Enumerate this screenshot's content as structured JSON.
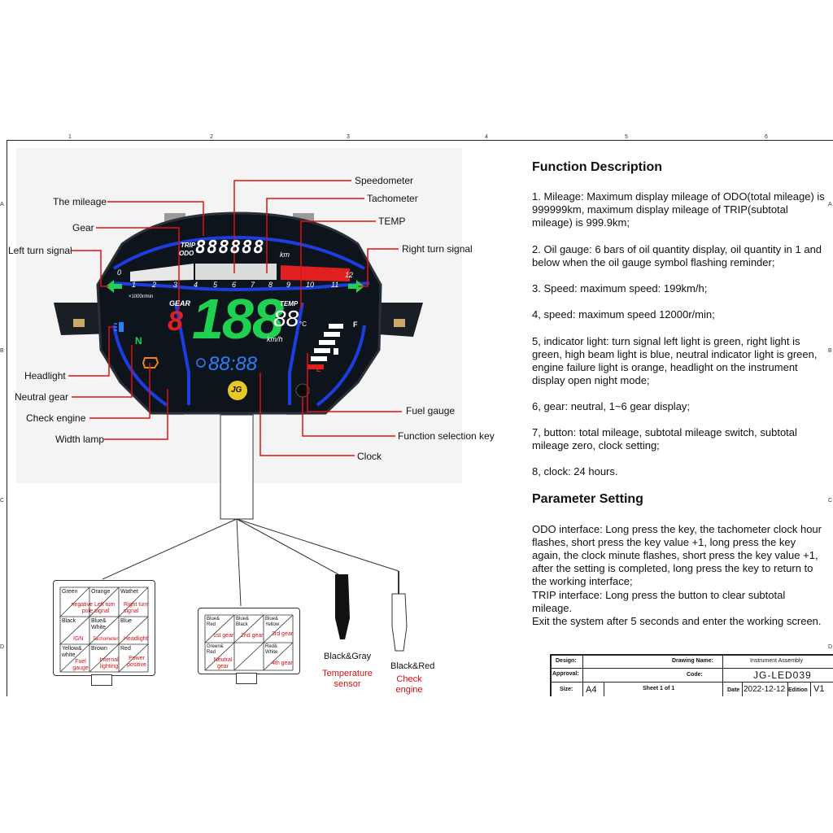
{
  "ruler": {
    "top": [
      "1",
      "2",
      "3",
      "4",
      "5",
      "6"
    ],
    "left": [
      "A",
      "B",
      "C",
      "D"
    ],
    "right": [
      "A",
      "B",
      "C",
      "D"
    ]
  },
  "dashboard": {
    "trip_label": "TRIP",
    "odo_label": "ODO",
    "odo_digits": "888888",
    "odo_unit": "km",
    "gear_label": "GEAR",
    "gear_digit": "8",
    "speed_digits": "188",
    "speed_unit": "km/h",
    "temp_label": "TEMP",
    "temp_digits": "88",
    "temp_unit": "°C",
    "clock_digits": "88:88",
    "rpm_unit": "×1000r/min",
    "rpm_scale": [
      "0",
      "1",
      "2",
      "3",
      "4",
      "5",
      "6",
      "7",
      "8",
      "9",
      "10",
      "11",
      "12"
    ],
    "fuel_full": "F",
    "fuel_empty": "E",
    "neutral_symbol": "N",
    "logo_text": "JG",
    "colors": {
      "body": "#0e141c",
      "blue": "#1c3ee0",
      "green": "#20d050",
      "red": "#e02020",
      "white": "#ffffff",
      "cyan": "#2a7fff"
    }
  },
  "callouts": {
    "speedometer": "Speedometer",
    "mileage": "The mileage",
    "tachometer": "Tachometer",
    "temp": "TEMP",
    "gear": "Gear",
    "left_turn": "Left turn signal",
    "right_turn": "Right turn signal",
    "headlight": "Headlight",
    "neutral_gear": "Neutral gear",
    "check_engine": "Check engine",
    "width_lamp": "Width lamp",
    "fuel_gauge": "Fuel gauge",
    "function_key": "Function selection key",
    "clock": "Clock"
  },
  "function_description": {
    "title": "Function Description",
    "items": [
      "1. Mileage: Maximum display mileage of ODO(total mileage) is 999999km, maximum display mileage of TRIP(subtotal mileage) is 999.9km;",
      "2. Oil gauge: 6 bars of oil quantity display, oil quantity in 1 and below when the oil gauge symbol flashing reminder;",
      "3. Speed: maximum speed: 199km/h;",
      "4, speed: maximum speed 12000r/min;",
      "5, indicator light: turn signal left light is green, right light is green, high beam light is blue, neutral indicator light is green, engine failure light is orange, headlight on the instrument display open night mode;",
      "6, gear: neutral, 1~6 gear display;",
      "7, button: total mileage, subtotal mileage switch, subtotal mileage zero, clock setting;",
      "8, clock: 24 hours."
    ]
  },
  "parameter_setting": {
    "title": "Parameter Setting",
    "text": [
      "ODO interface: Long press the key, the tachometer clock hour flashes, short press the key value +1, long press the key again, the clock minute flashes, short press the key value +1, after the setting is completed, long press the key to return to the working interface;",
      "TRIP interface: Long press the button to clear subtotal mileage.",
      "Exit the system after 5 seconds and enter the working screen."
    ]
  },
  "connector1": {
    "cells": [
      {
        "color": "Green",
        "func": "negative pole"
      },
      {
        "color": "Orange",
        "func": "Left turn signal"
      },
      {
        "color": "Wathet",
        "func": "Right turn signal"
      },
      {
        "color": "Black",
        "func": "IGN"
      },
      {
        "color": "Blue& White",
        "func": "Tachometer"
      },
      {
        "color": "Blue",
        "func": "Headlight"
      },
      {
        "color": "Yellow& white",
        "func": "Fuel gauge"
      },
      {
        "color": "Brown",
        "func": "Internal lighting"
      },
      {
        "color": "Red",
        "func": "Power positive"
      }
    ]
  },
  "connector2": {
    "cells": [
      {
        "color": "Blue& Red",
        "func": "1st gear"
      },
      {
        "color": "Blue& Black",
        "func": "2nd gear"
      },
      {
        "color": "Blue& Yellow",
        "func": "3rd gear"
      },
      {
        "color": "Green& Red",
        "func": "Neutral gear"
      },
      {
        "color": "",
        "func": ""
      },
      {
        "color": "Red& White",
        "func": "4th gear"
      }
    ]
  },
  "sensors": {
    "temp_wire": "Black&Gray",
    "temp_name": "Temperature sensor",
    "engine_wire": "Black&Red",
    "engine_name": "Check engine"
  },
  "title_block": {
    "design_label": "Design:",
    "drawing_name_label": "Drawing Name:",
    "drawing_name": "Instrument Assembly",
    "approval_label": "Approval:",
    "code_label": "Code:",
    "code": "JG-LED039",
    "size_label": "Size:",
    "size": "A4",
    "sheet": "Sheet 1 of 1",
    "date_label": "Date",
    "date": "2022-12-12",
    "edition_label": "Edition",
    "edition": "V1"
  }
}
